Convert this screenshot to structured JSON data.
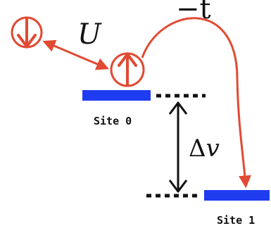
{
  "labels": {
    "hopping": "−t",
    "interaction": "U",
    "energy_offset_symbol": "Δ",
    "energy_offset_var": "v",
    "site0": "Site 0",
    "site1": "Site 1"
  },
  "colors": {
    "spin": "#e14a33",
    "level": "#1f3cf0",
    "ink": "#111111"
  },
  "icons": {
    "spin_down": "down-arrow-circle-icon",
    "spin_up": "up-arrow-circle-icon"
  }
}
